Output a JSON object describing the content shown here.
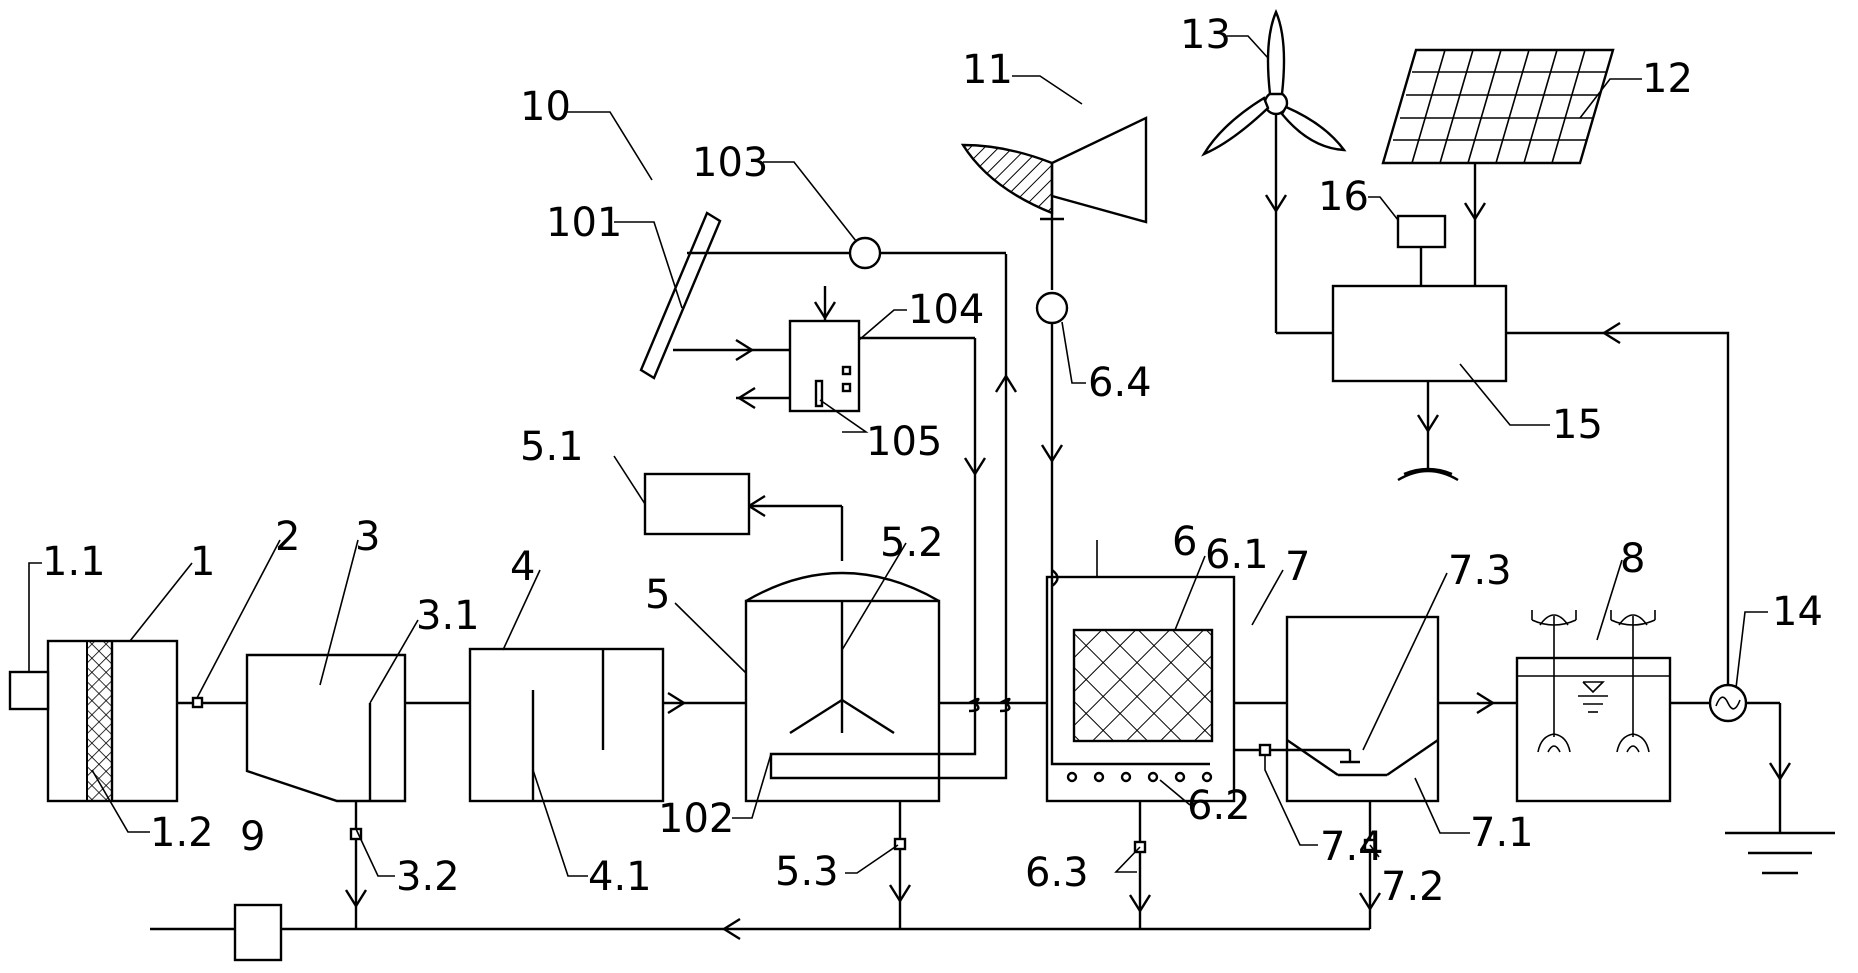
{
  "labels": {
    "l1": "1",
    "l1_1": "1.1",
    "l1_2": "1.2",
    "l2": "2",
    "l3": "3",
    "l3_1": "3.1",
    "l3_2": "3.2",
    "l4": "4",
    "l4_1": "4.1",
    "l5": "5",
    "l5_1": "5.1",
    "l5_2": "5.2",
    "l5_3": "5.3",
    "l6": "6",
    "l6_1": "6.1",
    "l6_2": "6.2",
    "l6_3": "6.3",
    "l6_4": "6.4",
    "l7": "7",
    "l7_1": "7.1",
    "l7_2": "7.2",
    "l7_3": "7.3",
    "l7_4": "7.4",
    "l8": "8",
    "l9": "9",
    "l10": "10",
    "l101": "101",
    "l102": "102",
    "l103": "103",
    "l104": "104",
    "l105": "105",
    "l11": "11",
    "l12": "12",
    "l13": "13",
    "l14": "14",
    "l15": "15",
    "l16": "16"
  },
  "colors": {
    "line": "#000000",
    "background": "#ffffff"
  }
}
